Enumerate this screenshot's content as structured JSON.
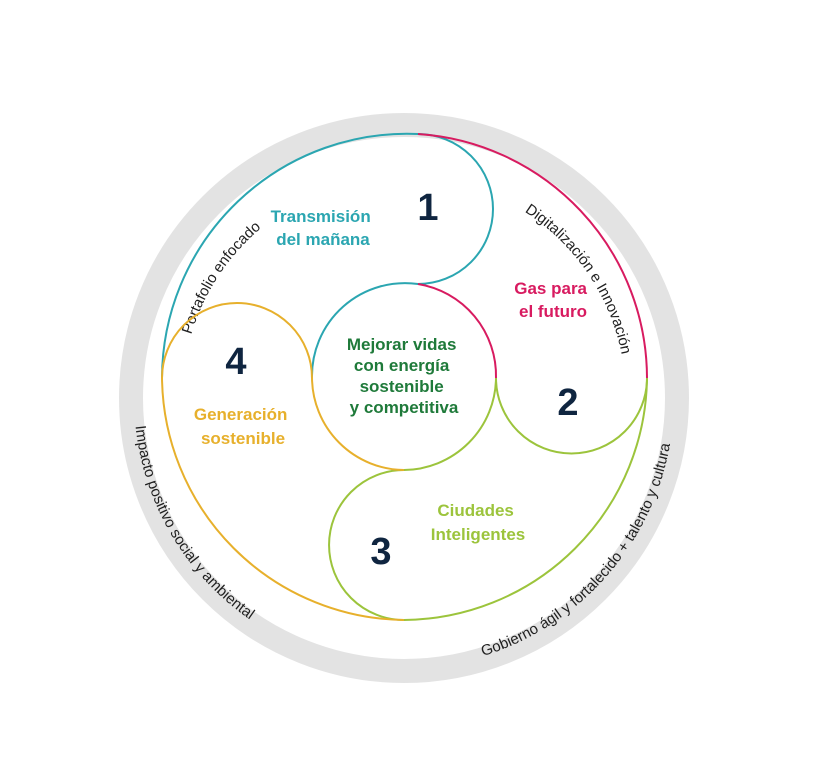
{
  "colors": {
    "ring": "#e3e3e3",
    "teal": "#2ba6b1",
    "pink": "#d81b60",
    "lime": "#9cc43c",
    "gold": "#e7b02c",
    "green": "#1f7a3a",
    "navy": "#0f2540"
  },
  "ring": {
    "top_left": "Portafolio enfocado",
    "top_right": "Digitalización e Innovación",
    "bottom_right": "Gobierno ágil y fortalecido + talento y cultura",
    "bottom_left": "Impacto positivo social y ambiental"
  },
  "center": {
    "lines": [
      "Mejorar vidas",
      "con energía",
      "sostenible",
      "y competitiva"
    ]
  },
  "segments": [
    {
      "number": "1",
      "lines": [
        "Transmisión",
        "del mañana"
      ],
      "color": "teal"
    },
    {
      "number": "2",
      "lines": [
        "Gas para",
        "el futuro"
      ],
      "color": "pink"
    },
    {
      "number": "3",
      "lines": [
        "Ciudades",
        "Inteligentes"
      ],
      "color": "lime"
    },
    {
      "number": "4",
      "lines": [
        "Generación",
        "sostenible"
      ],
      "color": "gold"
    }
  ]
}
